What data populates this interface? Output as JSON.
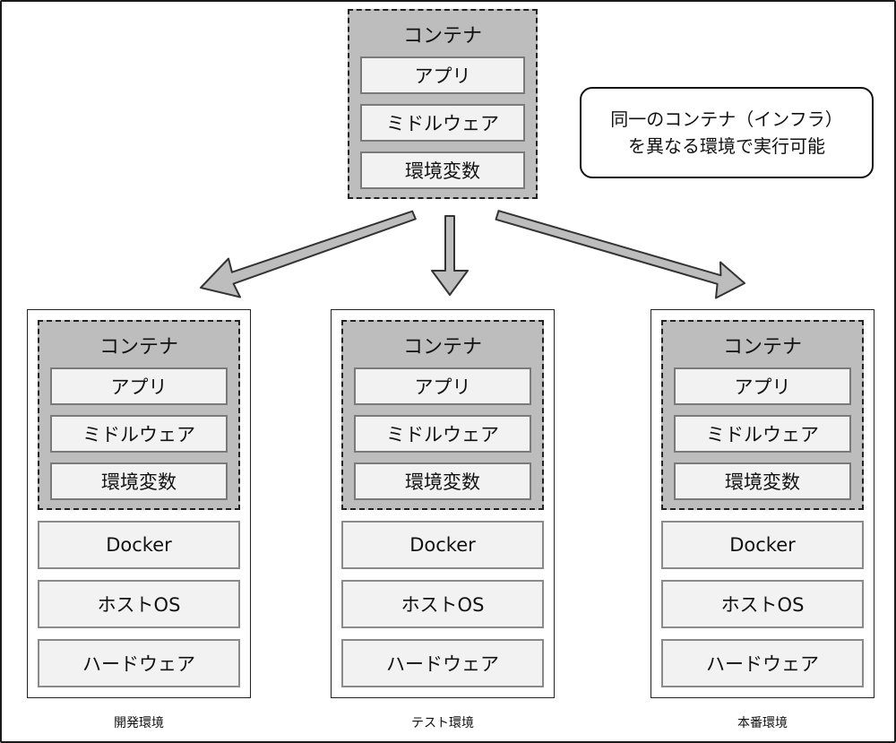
{
  "source_container": {
    "title": "コンテナ",
    "layers": [
      "アプリ",
      "ミドルウェア",
      "環境変数"
    ]
  },
  "note": {
    "lines": [
      "同一のコンテナ（インフラ）",
      "を異なる環境で実行可能"
    ]
  },
  "environments": [
    {
      "label": "開発環境",
      "container_title": "コンテナ",
      "container_layers": [
        "アプリ",
        "ミドルウェア",
        "環境変数"
      ],
      "host_layers": [
        "Docker",
        "ホストOS",
        "ハードウェア"
      ]
    },
    {
      "label": "テスト環境",
      "container_title": "コンテナ",
      "container_layers": [
        "アプリ",
        "ミドルウェア",
        "環境変数"
      ],
      "host_layers": [
        "Docker",
        "ホストOS",
        "ハードウェア"
      ]
    },
    {
      "label": "本番環境",
      "container_title": "コンテナ",
      "container_layers": [
        "アプリ",
        "ミドルウェア",
        "環境変数"
      ],
      "host_layers": [
        "Docker",
        "ホストOS",
        "ハードウェア"
      ]
    }
  ],
  "colors": {
    "container_fill": "#bdbdbd",
    "layer_fill": "#f2f2f2",
    "arrow_fill": "#bdbdbd",
    "outline": "#222222"
  }
}
